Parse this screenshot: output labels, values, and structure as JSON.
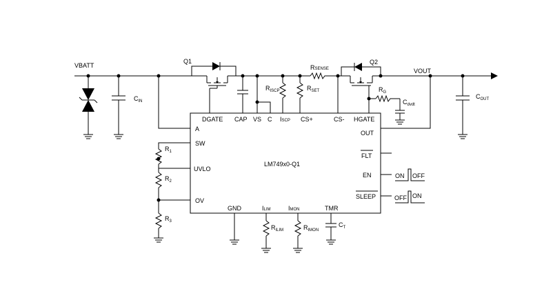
{
  "labels": {
    "vbatt": "VBATT",
    "vout": "VOUT",
    "q1": "Q1",
    "q2": "Q2",
    "cin": "C",
    "cin_sub": "IN",
    "cout": "C",
    "cout_sub": "OUT",
    "rsense": "R",
    "rsense_sub": "SENSE",
    "riscp": "R",
    "riscp_sub": "ISCP",
    "rset": "R",
    "rset_sub": "SET",
    "rg": "R",
    "rg_sub": "G",
    "cdvdt": "C",
    "cdvdt_sub": "dvdt",
    "r1": "R",
    "r1_sub": "1",
    "r2": "R",
    "r2_sub": "2",
    "r3": "R",
    "r3_sub": "3",
    "rilim": "R",
    "rilim_sub": "ILIM",
    "rimon": "R",
    "rimon_sub": "IMON",
    "ct": "C",
    "ct_sub": "T"
  },
  "chip": {
    "name": "LM749x0-Q1",
    "pins": {
      "dgate": "DGATE",
      "cap": "CAP",
      "vs": "VS",
      "c": "C",
      "iscp": "I",
      "iscp_sub": "SCP",
      "csp": "CS+",
      "csm": "CS-",
      "hgate": "HGATE",
      "a": "A",
      "sw": "SW",
      "uvlo": "UVLO",
      "ov": "OV",
      "out": "OUT",
      "flt": "FLT",
      "en": "EN",
      "sleep": "SLEEP",
      "gnd": "GND",
      "ilim": "I",
      "ilim_sub": "LIM",
      "imon": "I",
      "imon_sub": "MON",
      "tmr": "TMR"
    }
  },
  "switches": {
    "en_on": "ON",
    "en_off": "OFF",
    "sleep_off": "OFF",
    "sleep_on": "ON"
  }
}
